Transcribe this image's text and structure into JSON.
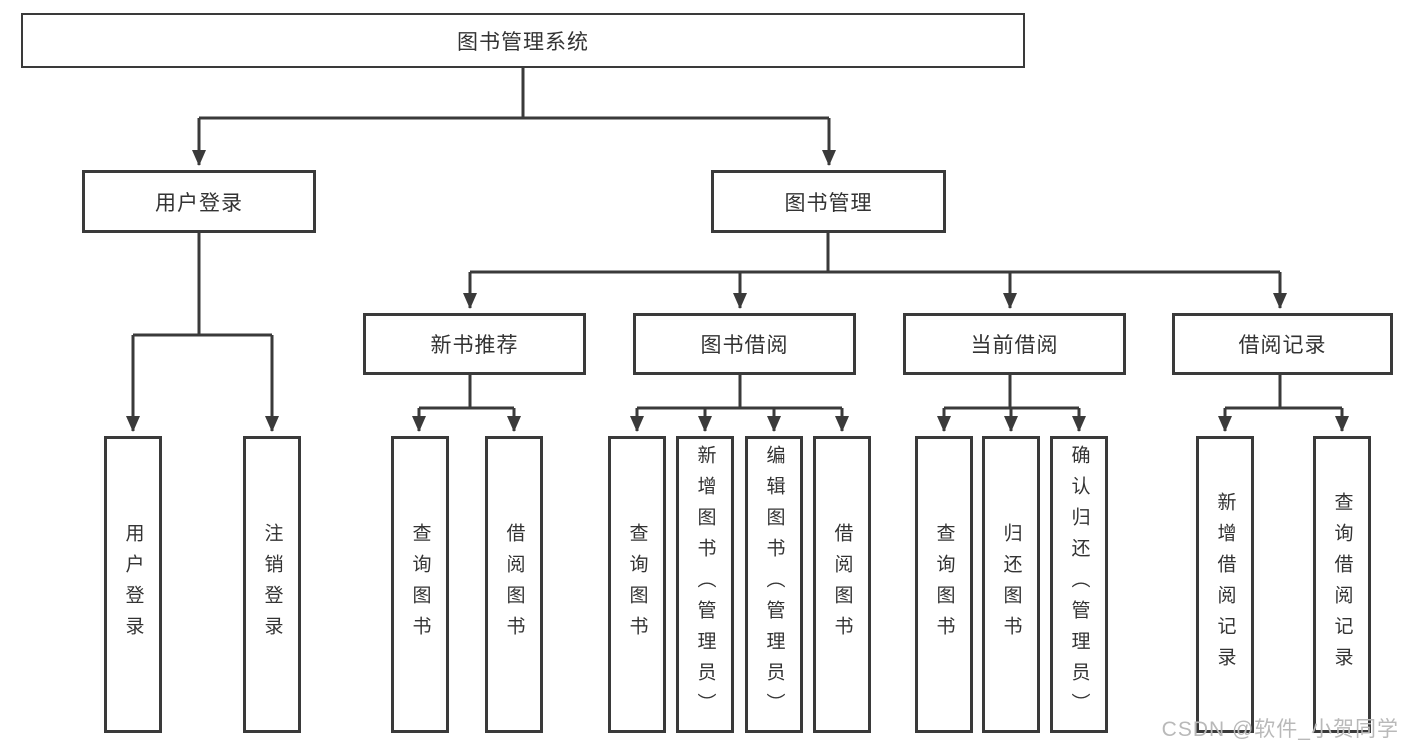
{
  "tree": {
    "root": "图书管理系统",
    "level2": [
      {
        "label": "用户登录",
        "leaves": [
          "用户登录",
          "注销登录"
        ]
      },
      {
        "label": "图书管理",
        "level3": [
          {
            "label": "新书推荐",
            "leaves": [
              "查询图书",
              "借阅图书"
            ]
          },
          {
            "label": "图书借阅",
            "leaves": [
              "查询图书",
              "新增图书（管理员）",
              "编辑图书（管理员）",
              "借阅图书"
            ]
          },
          {
            "label": "当前借阅",
            "leaves": [
              "查询图书",
              "归还图书",
              "确认归还（管理员）"
            ]
          },
          {
            "label": "借阅记录",
            "leaves": [
              "新增借阅记录",
              "查询借阅记录"
            ]
          }
        ]
      }
    ]
  },
  "watermark": "CSDN @软件_小贺同学",
  "colors": {
    "line": "#3a3a3a",
    "text": "#333333",
    "watermark": "#b9b9b9",
    "background": "#ffffff"
  }
}
